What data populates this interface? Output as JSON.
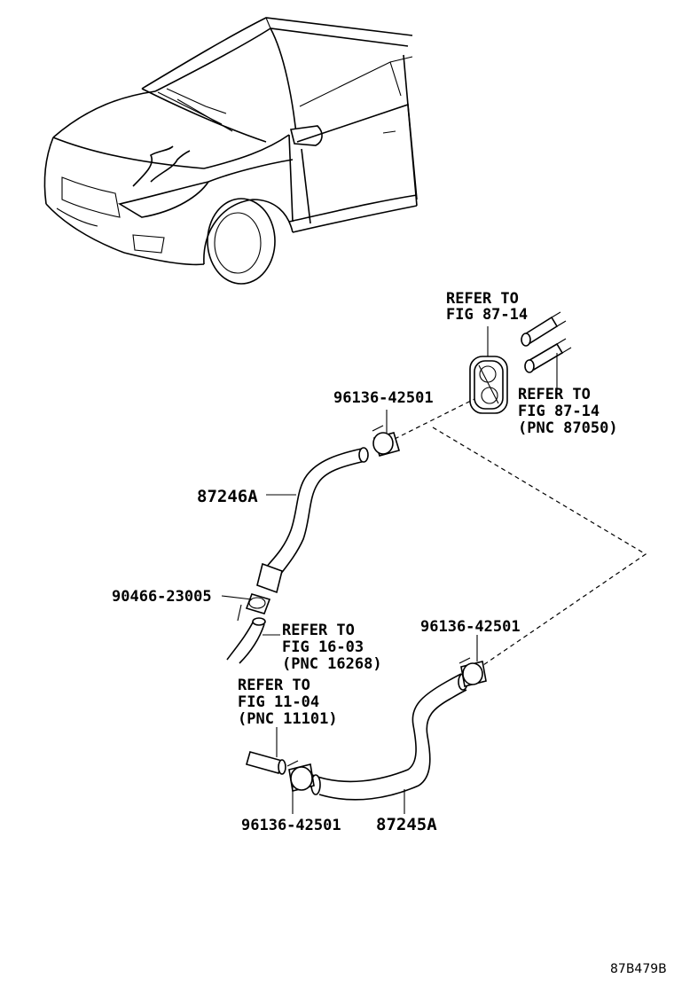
{
  "labels": {
    "refer_grommet": [
      "REFER TO",
      "FIG 87-14"
    ],
    "refer_pipes": [
      "REFER TO",
      "FIG 87-14",
      "(PNC 87050)"
    ],
    "clamp_top": "96136-42501",
    "hose_upper": "87246A",
    "clip": "90466-23005",
    "refer_upper_hose": [
      "REFER TO",
      "FIG 16-03",
      "(PNC 16268)"
    ],
    "clamp_right": "96136-42501",
    "refer_engine": [
      "REFER TO",
      "FIG 11-04",
      "(PNC 11101)"
    ],
    "clamp_bottom": "96136-42501",
    "hose_lower": "87245A",
    "figure_code": "87B479B"
  }
}
